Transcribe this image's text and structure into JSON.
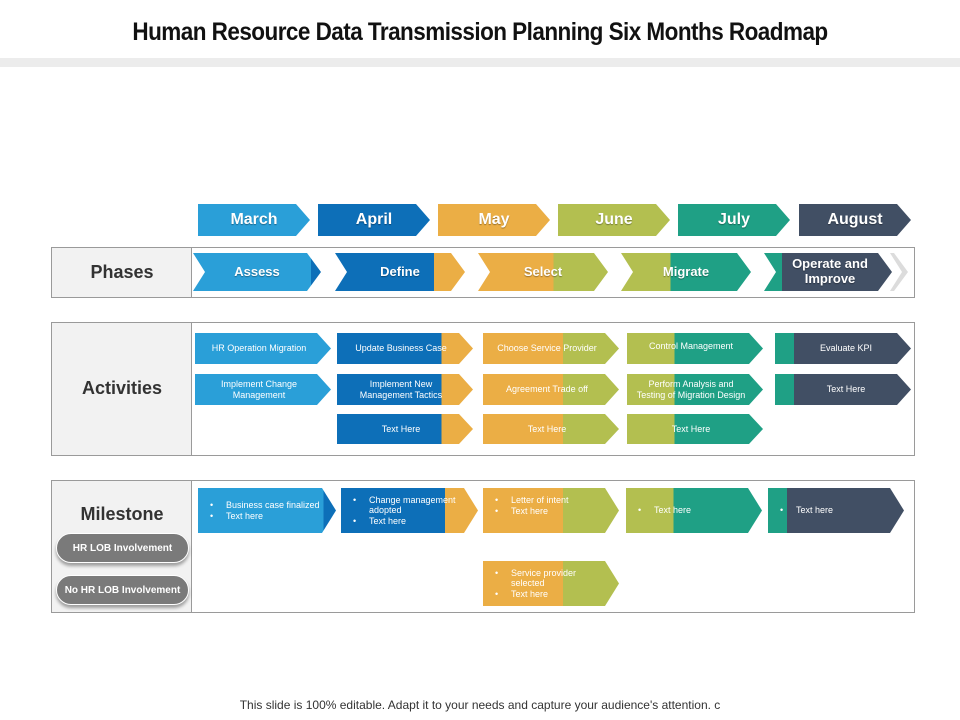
{
  "title": "Human Resource Data Transmission Planning Six Months Roadmap",
  "months": [
    "March",
    "April",
    "May",
    "June",
    "July",
    "August"
  ],
  "phases": {
    "label": "Phases",
    "items": [
      "Assess",
      "Define",
      "Select",
      "Migrate",
      "Operate and Improve"
    ]
  },
  "activities": {
    "label": "Activities",
    "assess": [
      "HR Operation Migration",
      "Implement Change Management"
    ],
    "define": [
      "Update Business Case",
      "Implement New Management Tactics",
      "Text Here"
    ],
    "select": [
      "Choose Service Provider",
      "Agreement Trade off",
      "Text Here"
    ],
    "migrate": [
      "Control Management",
      "Perform Analysis and Testing of Migration Design",
      "Text Here"
    ],
    "operate": [
      "Evaluate KPI",
      "Text Here"
    ]
  },
  "milestone": {
    "label": "Milestone",
    "assess": [
      "Business case finalized",
      "Text here"
    ],
    "define": [
      "Change management adopted",
      "Text here"
    ],
    "select": [
      "Letter of intent",
      "Text here"
    ],
    "select_2": [
      "Service provider selected",
      "Text here"
    ],
    "migrate": [
      "Text here"
    ],
    "operate": [
      "Text here"
    ]
  },
  "legend": {
    "hr_lob": "HR LOB Involvement",
    "no_hr_lob": "No HR LOB Involvement"
  },
  "footer": "This slide is 100% editable. Adapt it to your needs and capture your audience's attention. c",
  "colors": {
    "march": "#2a9fd8",
    "april": "#0d6fb8",
    "may": "#ebae45",
    "june": "#b3bf50",
    "july": "#1fa085",
    "august": "#414f64",
    "pill": "#7a7a7a"
  }
}
